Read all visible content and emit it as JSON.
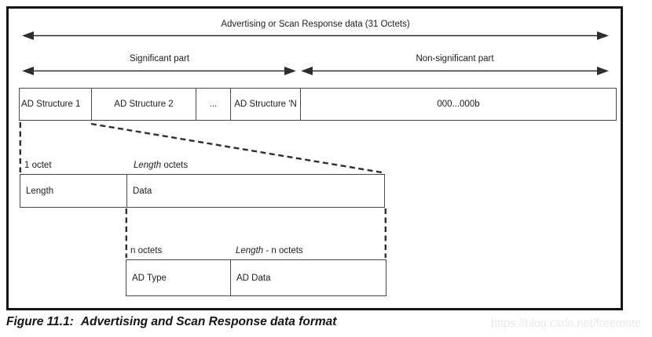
{
  "colors": {
    "line": "#2e2e2e",
    "box-border": "#474747",
    "frame": "#151515",
    "text": "#1d1d1d",
    "watermark": "#e9e9e9",
    "bg": "#ffffff"
  },
  "figure": {
    "overall_span_label": "Advertising or Scan Response data (31 Octets)",
    "significant_part_label": "Significant part",
    "non_significant_part_label": "Non-significant part",
    "structures_row": {
      "cells": [
        "AD Structure 1",
        "AD Structure 2",
        "...",
        "AD Structure 'N",
        "000...000b"
      ]
    },
    "structure_detail": {
      "length_size_label": "1 octet",
      "data_size_label_italic": "Length",
      "data_size_label_rest": " octets",
      "cells": [
        "Length",
        "Data"
      ]
    },
    "data_detail": {
      "ad_type_size_label": "n octets",
      "ad_data_size_label_italic": "Length",
      "ad_data_size_label_rest": " - n octets",
      "cells": [
        "AD Type",
        "AD Data"
      ]
    },
    "caption_prefix": "Figure 11.1:",
    "caption_text": "Advertising and Scan Response data format"
  },
  "watermark": "https://blog.csdn.net/freemote"
}
